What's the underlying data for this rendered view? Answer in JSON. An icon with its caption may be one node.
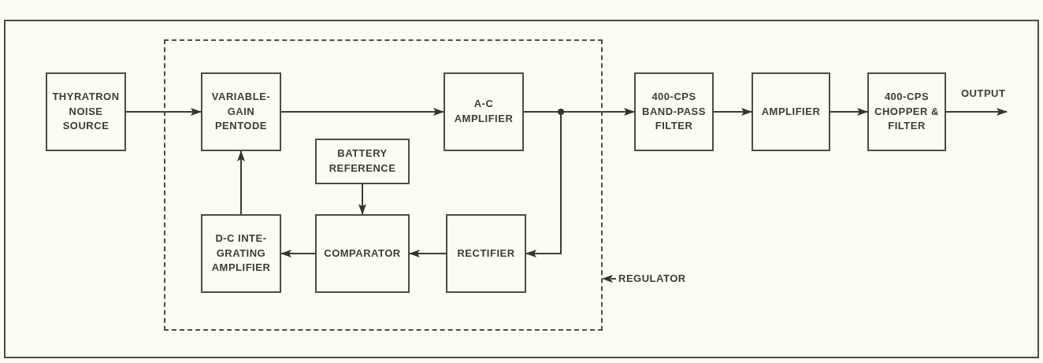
{
  "diagram": {
    "nodes": [
      {
        "text": [
          "THYRATRON NOISE SOURCE"
        ]
      },
      {
        "text": [],
        "shape": "box"
      },
      {
        "text": [
          "VARIABLE- GAIN PENTODE"
        ],
        "in": 1
      },
      {
        "text": [
          "A-C AMPLIFIER"
        ],
        "in": 1
      },
      {
        "text": [
          "BATTERY REFERENCE"
        ],
        "in": 1
      },
      {
        "text": [
          "D-C INTE- GRATING AMPLIFIER"
        ],
        "in": 1
      },
      {
        "text": [
          "COMPARATOR"
        ],
        "in": 1
      },
      {
        "text": [
          "RECTIFIER"
        ],
        "in": 1
      },
      {
        "text": [
          "400-CPS BAND-PASS FILTER"
        ]
      },
      {
        "text": [
          "AMPLIFIER"
        ]
      },
      {
        "text": [
          "400-CPS CHOPPER & FILTER"
        ]
      },
      {
        "text": [
          "REGULATOR"
        ]
      }
    ],
    "edges": [
      {
        "from": 0,
        "to": 2,
        "arrow": "to"
      },
      {
        "from": 2,
        "to": 3,
        "arrow": "to"
      },
      {
        "from": 3,
        "to": 8,
        "arrow": "to"
      },
      {
        "from": 3,
        "to": 7,
        "arrow": "to"
      },
      {
        "from": 4,
        "to": 6,
        "arrow": "to"
      },
      {
        "from": 7,
        "to": 6,
        "arrow": "to"
      },
      {
        "from": 6,
        "to": 5,
        "arrow": "to"
      },
      {
        "from": 5,
        "to": 2,
        "arrow": "to"
      },
      {
        "from": 8,
        "to": 9,
        "arrow": "to"
      },
      {
        "from": 9,
        "to": 10,
        "arrow": "to"
      },
      {
        "from": 10,
        "to": null,
        "arrow": "to",
        "label": "OUTPUT"
      },
      {
        "from": 11,
        "to": 1,
        "arrow": "to",
        "style": "dashed"
      }
    ]
  }
}
